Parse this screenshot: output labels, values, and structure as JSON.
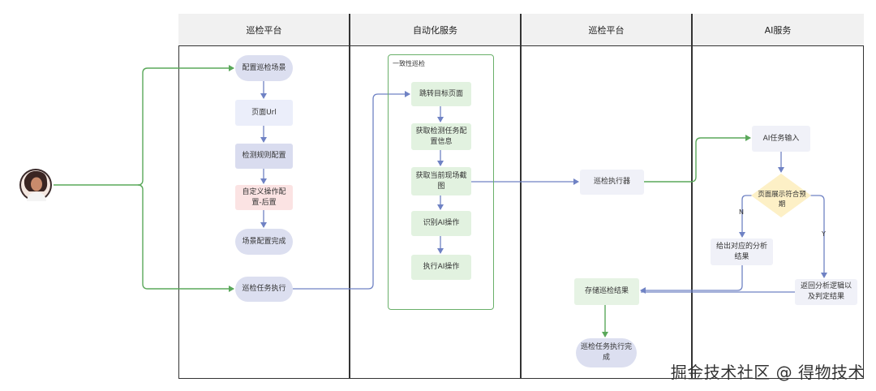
{
  "lanes": [
    {
      "title": "巡检平台"
    },
    {
      "title": "自动化服务"
    },
    {
      "title": "巡检平台"
    },
    {
      "title": "AI服务"
    }
  ],
  "group_label": "一致性巡检",
  "nodes": {
    "config_scene": "配置巡检场景",
    "page_url": "页面Url",
    "detect_rules": "检测规则配置",
    "custom_ops": "自定义操作配置-后置",
    "scene_done": "场景配置完成",
    "task_exec": "巡检任务执行",
    "jump_page": "跳转目标页面",
    "get_task_info": "获取检测任务配置信息",
    "get_screenshot": "获取当前现场截图",
    "identify_ai": "识别AI操作",
    "exec_ai": "执行AI操作",
    "executor": "巡检执行器",
    "store_result": "存储巡检结果",
    "task_done": "巡检任务执行完成",
    "ai_input": "AI任务输入",
    "decision": "页面展示符合预期",
    "give_analysis": "给出对应的分析结果",
    "return_result": "返回分析逻辑以及判定结果"
  },
  "edge_labels": {
    "no": "N",
    "yes": "Y"
  },
  "watermark": "掘金技术社区 @ 得物技术",
  "colors": {
    "green_line": "#5aa85a",
    "blue_line": "#6f82c4",
    "decision": "#fdf0c6"
  }
}
